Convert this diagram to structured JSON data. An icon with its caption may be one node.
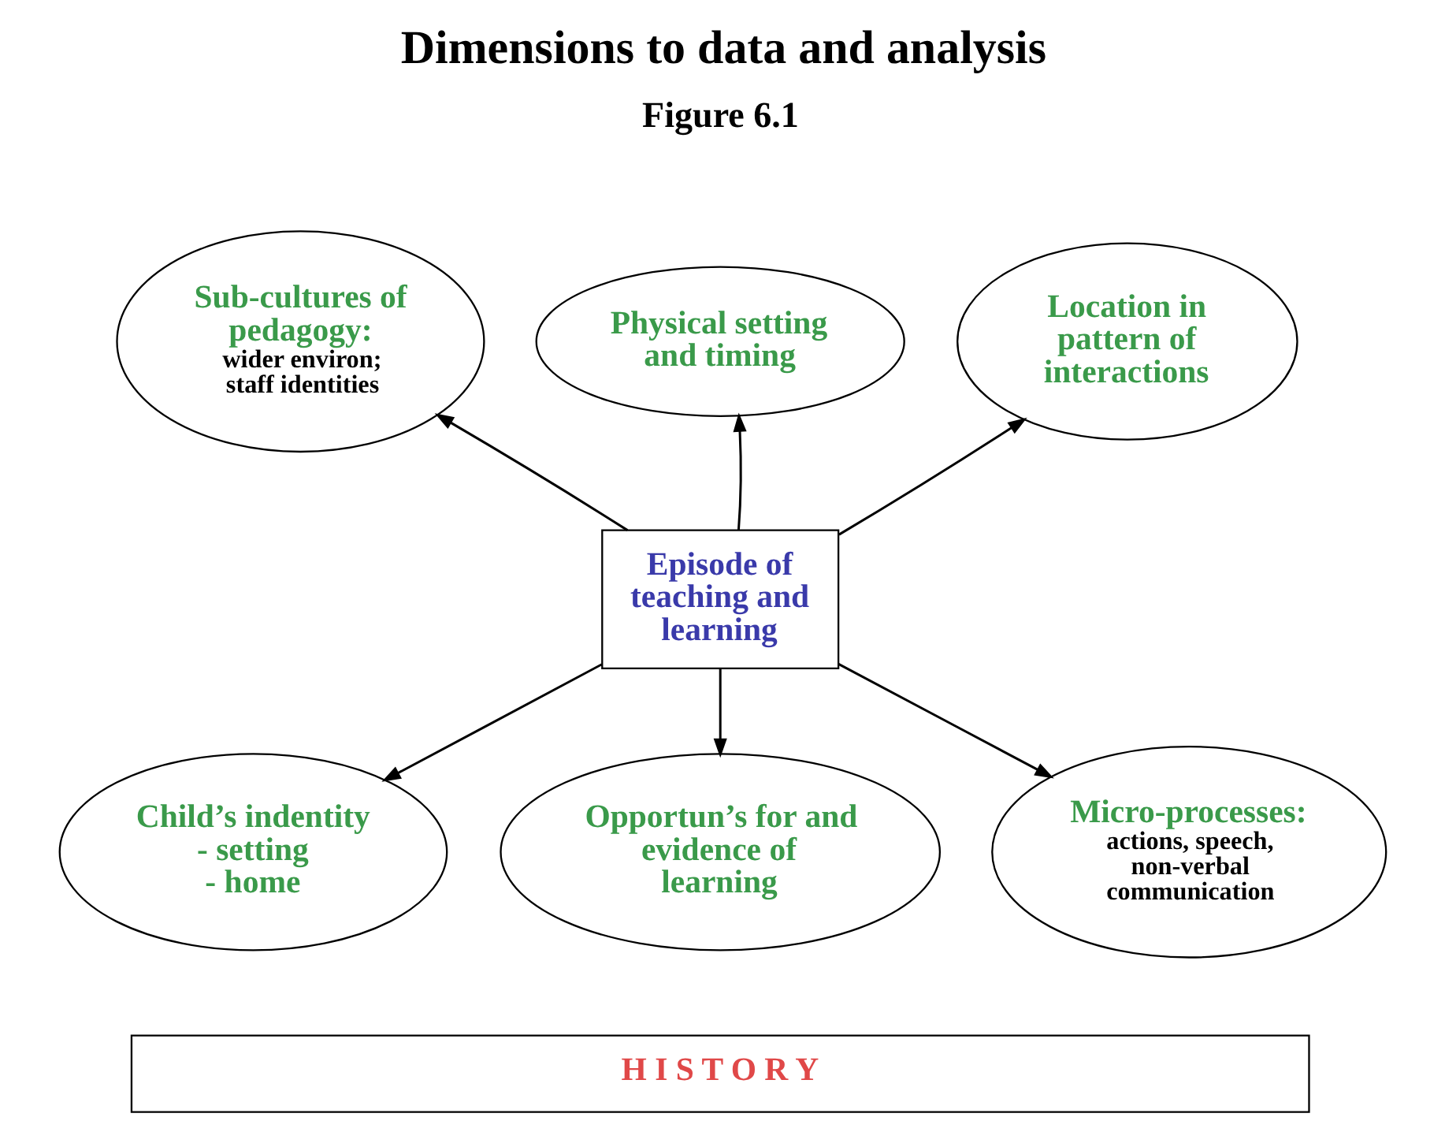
{
  "diagram": {
    "title": "Dimensions to data and analysis",
    "nodes": [
      {
        "text": [
          "Sub-cultures of pedagogy:",
          "wider environ; staff identities"
        ]
      },
      {
        "text": [
          "Physical setting and timing"
        ]
      },
      {
        "text": [
          "Location in pattern of interactions"
        ]
      },
      {
        "text": [
          "Episode of teaching and learning"
        ]
      },
      {
        "text": [
          "Child’s indentity",
          "- setting",
          "- home"
        ]
      },
      {
        "text": [
          "Opportun’s for and evidence of learning"
        ]
      },
      {
        "text": [
          "Micro-processes:",
          "actions, speech, non-verbal communication"
        ]
      },
      {
        "text": [
          "H I S T O R Y"
        ]
      }
    ],
    "edges": [
      {
        "from": 3,
        "to": 1,
        "arrow": "to"
      },
      {
        "from": 3,
        "to": 2,
        "arrow": "to"
      },
      {
        "from": 3,
        "to": 0,
        "arrow": "to"
      },
      {
        "from": 3,
        "to": 4,
        "arrow": "to"
      },
      {
        "from": 3,
        "to": 5,
        "arrow": "to"
      },
      {
        "from": 3,
        "to": 6,
        "arrow": "to"
      }
    ],
    "labels": [
      "Figure 6.1"
    ]
  }
}
